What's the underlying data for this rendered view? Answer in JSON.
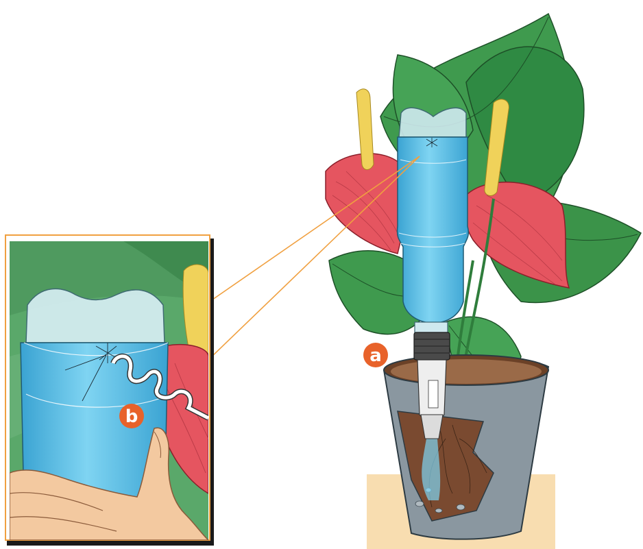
{
  "labels": {
    "a": "a",
    "b": "b"
  },
  "colors": {
    "badge": "#e8622a",
    "callout_line": "#f0a040",
    "water": "#5cc4ea",
    "water_dark": "#3aa3d2",
    "leaf": "#3f9a4e",
    "leaf_dark": "#2f7d3c",
    "flower": "#e55560",
    "spadix": "#f0d25a",
    "pot": "#8a97a0",
    "soil": "#8a5a3c",
    "table": "#f8ddb0",
    "skin": "#f3c9a0"
  },
  "icons": {
    "main": "watering-bottle-in-plant-pot",
    "inset": "hand-holding-bottle-with-wire"
  }
}
